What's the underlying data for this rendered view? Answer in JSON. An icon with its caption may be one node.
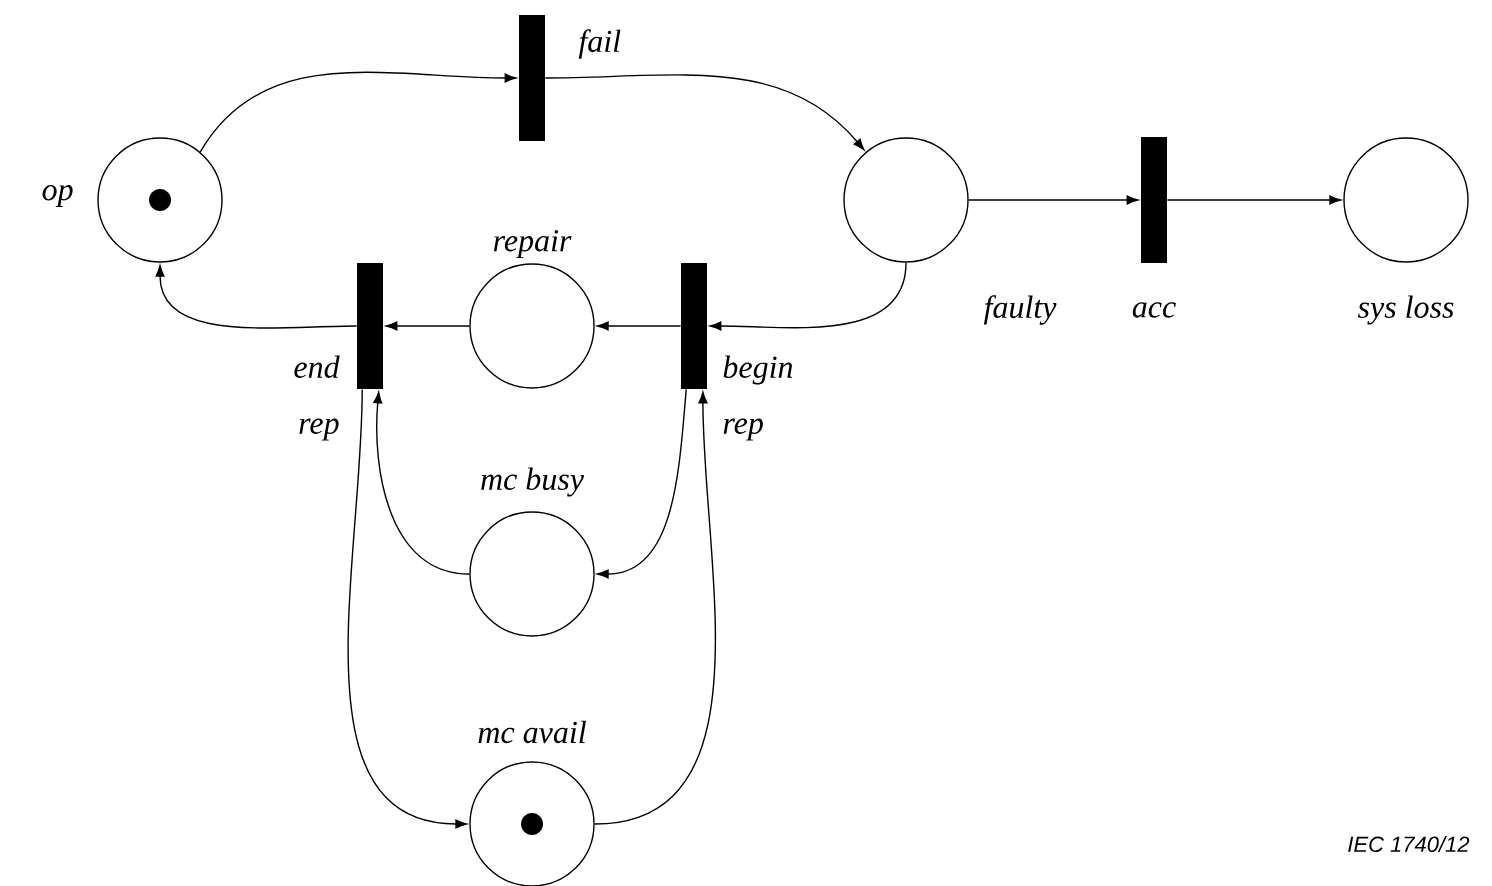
{
  "diagram": {
    "nodes": [
      {
        "text": [],
        "shape": "circle",
        "beside": [
          "op"
        ]
      },
      {
        "text": [],
        "shape": "bar",
        "beside": [
          "fail"
        ]
      },
      {
        "text": [],
        "shape": "circle",
        "beside": [
          "faulty"
        ]
      },
      {
        "text": [],
        "shape": "bar",
        "beside": [
          "acc"
        ]
      },
      {
        "text": [],
        "shape": "circle",
        "beside": [
          "sys loss"
        ]
      },
      {
        "text": [],
        "shape": "bar",
        "beside": [
          "begin rep"
        ]
      },
      {
        "text": [],
        "shape": "circle",
        "beside": [
          "repair"
        ]
      },
      {
        "text": [],
        "shape": "bar",
        "beside": [
          "end rep"
        ]
      },
      {
        "text": [],
        "shape": "circle",
        "beside": [
          "mc busy"
        ]
      },
      {
        "text": [],
        "shape": "circle",
        "beside": [
          "mc avail"
        ]
      }
    ],
    "edges": [
      {
        "from": 0,
        "to": 1,
        "arrow": "to"
      },
      {
        "from": 1,
        "to": 2,
        "arrow": "to"
      },
      {
        "from": 2,
        "to": 3,
        "arrow": "to"
      },
      {
        "from": 3,
        "to": 4,
        "arrow": "to"
      },
      {
        "from": 2,
        "to": 5,
        "arrow": "to"
      },
      {
        "from": 5,
        "to": 6,
        "arrow": "to"
      },
      {
        "from": 6,
        "to": 7,
        "arrow": "to"
      },
      {
        "from": 7,
        "to": 0,
        "arrow": "to"
      },
      {
        "from": 5,
        "to": 8,
        "arrow": "to"
      },
      {
        "from": 8,
        "to": 7,
        "arrow": "to"
      },
      {
        "from": 9,
        "to": 5,
        "arrow": "to"
      },
      {
        "from": 7,
        "to": 9,
        "arrow": "to"
      }
    ],
    "labels": [
      "IEC 1740/12"
    ]
  }
}
